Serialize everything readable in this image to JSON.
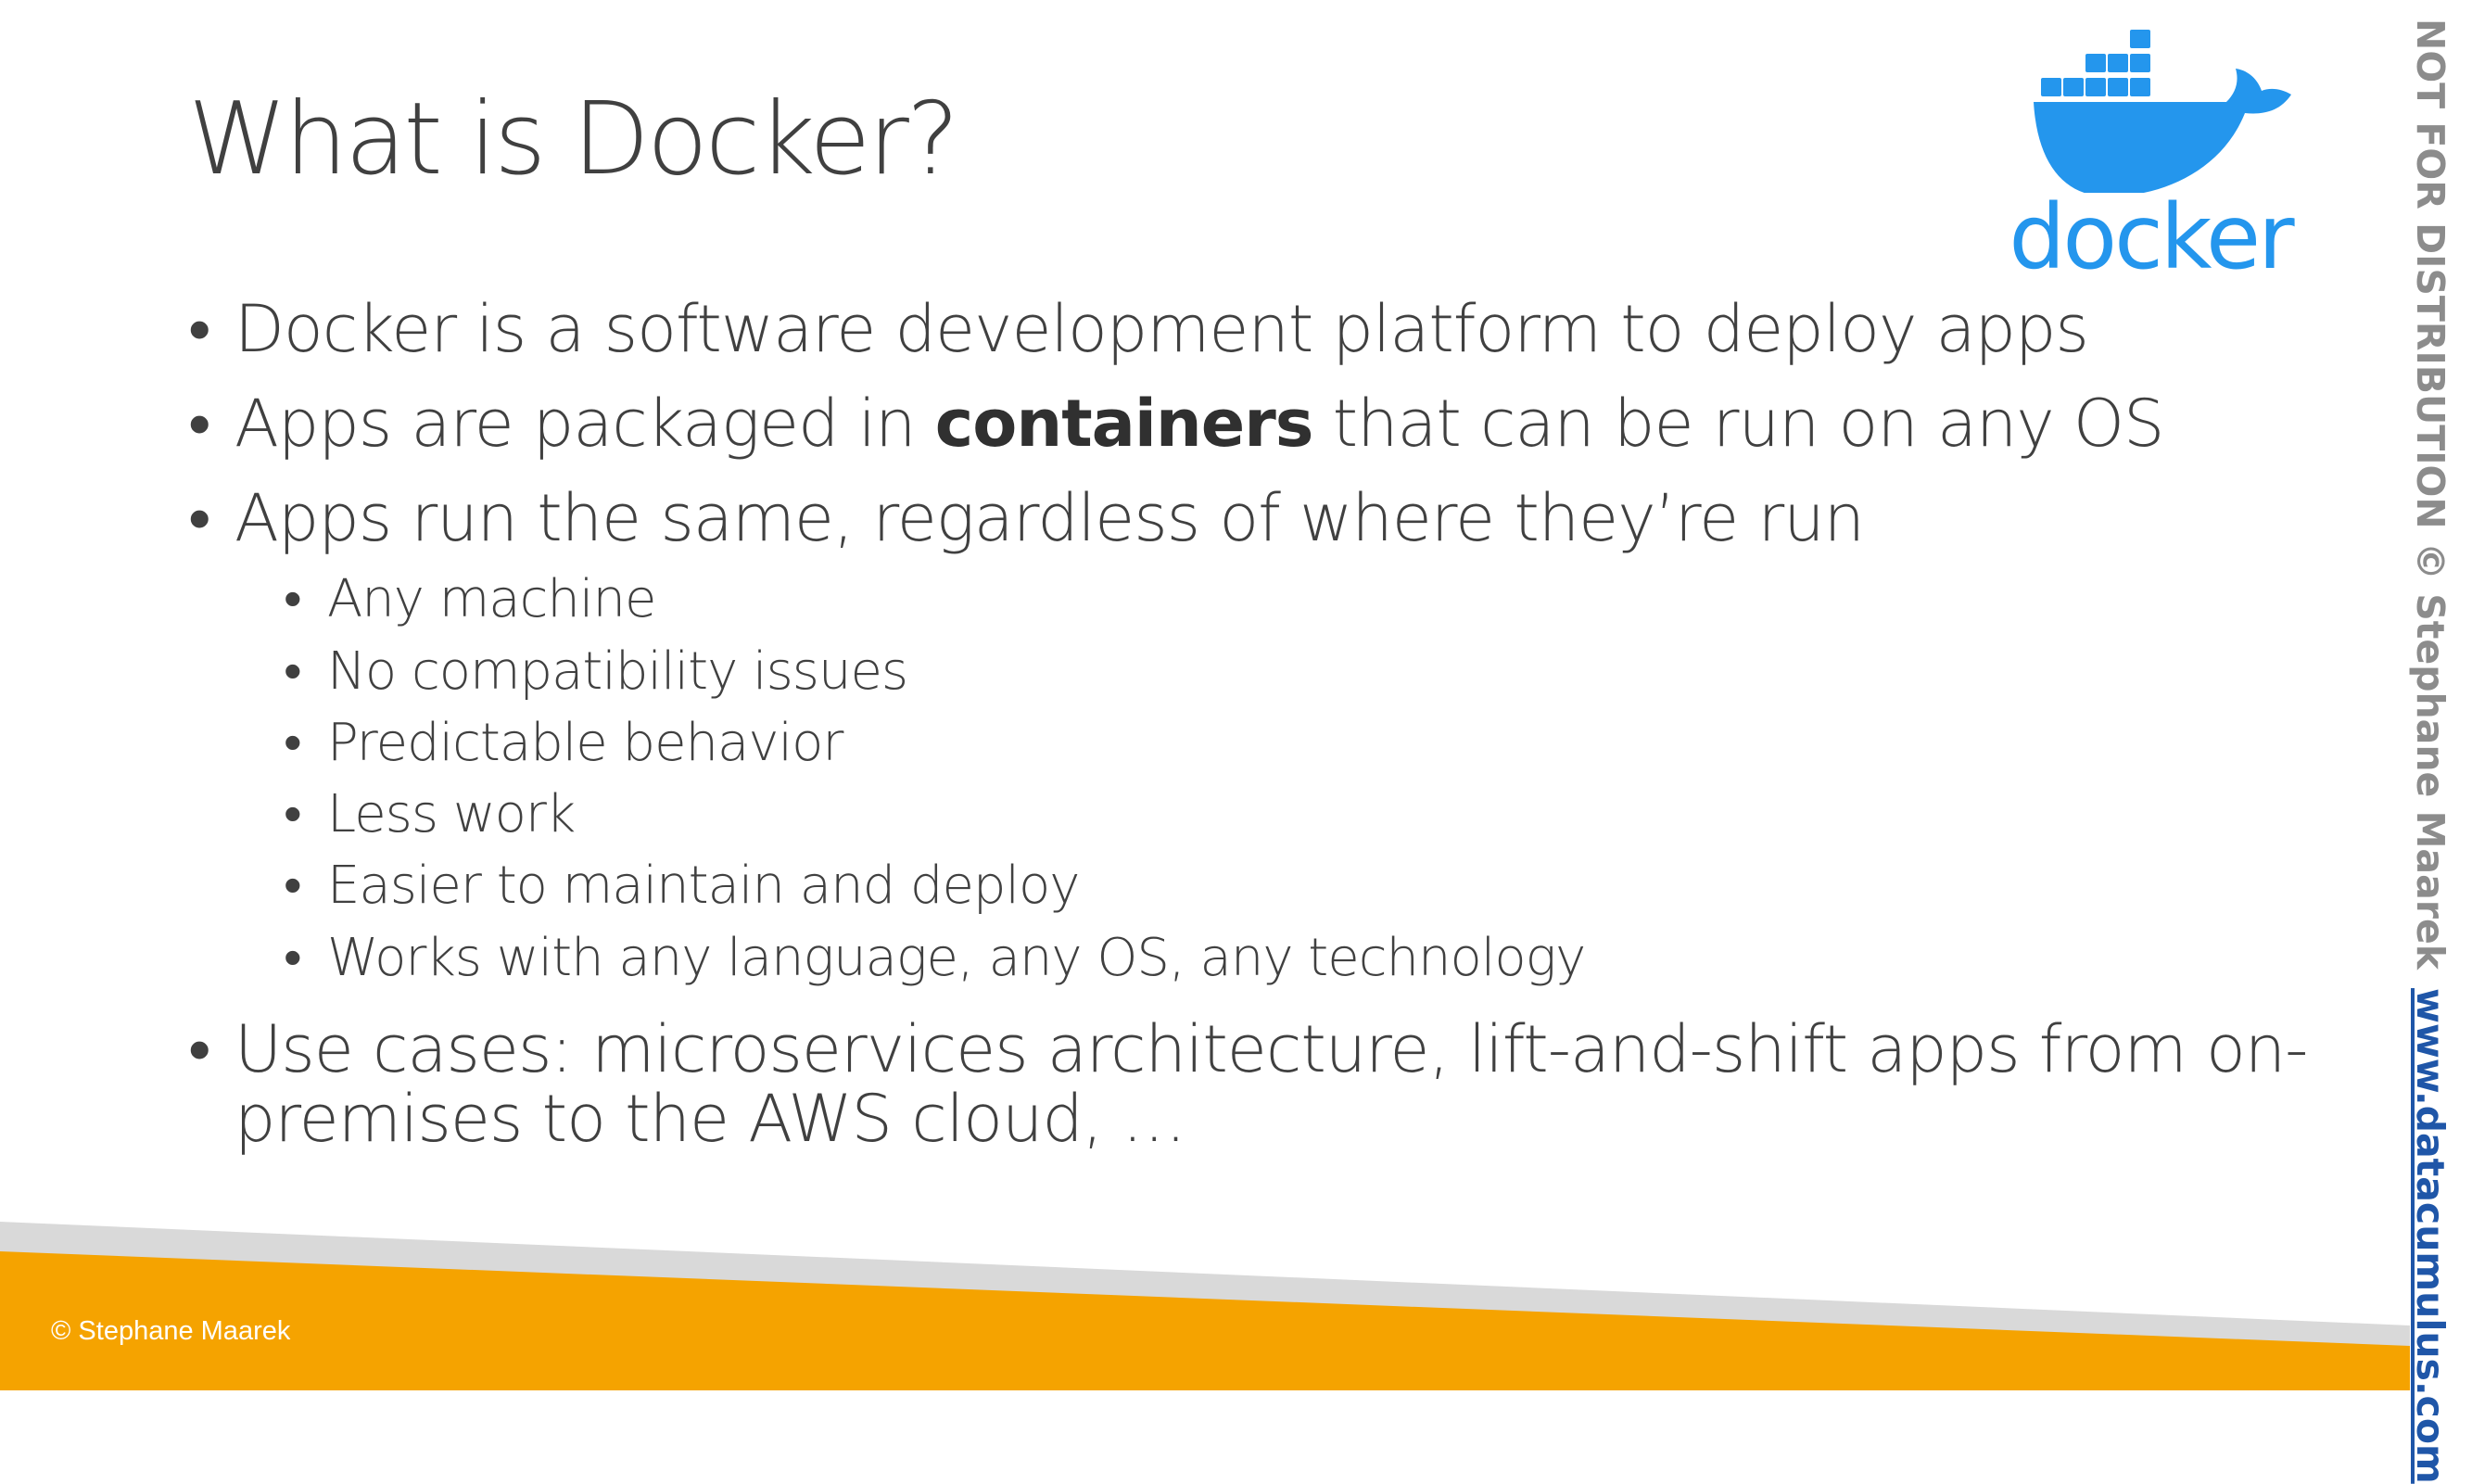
{
  "slide": {
    "title": "What is Docker?",
    "bullets": [
      {
        "text": "Docker is a software development platform to deploy apps"
      },
      {
        "pre": "Apps are packaged in ",
        "strong": "containers",
        "post": " that can be run on any OS"
      },
      {
        "text": "Apps run the same, regardless of where they’re run"
      }
    ],
    "sub_bullets": [
      "Any machine",
      "No compatibility issues",
      "Predictable behavior",
      "Less work",
      "Easier to maintain and deploy",
      "Works with any language, any OS, any technology"
    ],
    "use_cases": {
      "line1": "Use cases: microservices architecture, lift-and-shift apps from on-",
      "line2": "premises to the AWS cloud, …"
    }
  },
  "logo": {
    "wordmark": "docker",
    "icon": "docker-whale-icon",
    "color": "#2496ed"
  },
  "watermark": {
    "text": "NOT FOR DISTRIBUTION © Stephane Maarek",
    "link": "www.datacumulus.com"
  },
  "footer": {
    "copyright": "© Stephane Maarek"
  },
  "colors": {
    "accent_orange": "#f5a300",
    "band_gray": "#d9d9d9",
    "text": "#404040"
  },
  "bullet_glyph": "•"
}
